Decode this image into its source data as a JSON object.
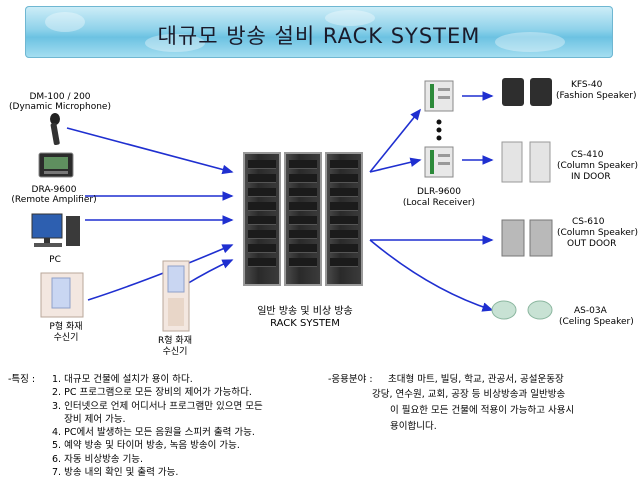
{
  "title": "대규모 방송 설비    RACK SYSTEM",
  "inputs": [
    {
      "model": "DM-100 / 200",
      "desc": "(Dynamic Microphone)"
    },
    {
      "model": "DRA-9600",
      "desc": "(Remote Amplifier)"
    },
    {
      "model": "PC",
      "desc": ""
    },
    {
      "model": "P형 화재",
      "desc": "수신기"
    },
    {
      "model": "R형 화재",
      "desc": "수신기"
    }
  ],
  "rack_caption": [
    "일반 방송 및 비상 방송",
    "RACK SYSTEM"
  ],
  "receiver": {
    "model": "DLR-9600",
    "desc": "(Local Receiver)"
  },
  "outputs": [
    {
      "model": "KFS-40",
      "desc": "(Fashion Speaker)"
    },
    {
      "model": "CS-410",
      "desc": "(Column Speaker)",
      "extra": "IN DOOR"
    },
    {
      "model": "CS-610",
      "desc": "(Column Speaker)",
      "extra": "OUT DOOR"
    },
    {
      "model": "AS-03A",
      "desc": "(Celing Speaker)"
    }
  ],
  "features": {
    "label": "-특징 :",
    "items": [
      "1. 대규모 건물에 설치가 용이 하다.",
      "2. PC 프로그램으로 모든 장비의 제어가 가능하다.",
      "3. 인터넷으로 언제 어디서나  프로그램만 있으면 모든",
      "    장비 제어 가능.",
      "4. PC에서  발생하는 모든 음원을 스피커 출력 가능.",
      "5. 예약 방송 및 타이머 방송, 녹음 방송이 가능.",
      "6. 자동 비상방송 기능.",
      "7. 방송 내의 확인 및 출력 가능."
    ]
  },
  "applications": {
    "label": "-응용분야 :",
    "items": [
      "초대형 마트, 빌딩,  학교, 관공서, 공설운동장",
      "강당, 연수원, 교회, 공장 등 비상방송과 일반방송",
      "이 필요한 모든 건물에 적용이 가능하고 사용시",
      "용이합니다."
    ]
  },
  "colors": {
    "arrow": "#1f2fd0",
    "banner": "#8fd2ea"
  }
}
